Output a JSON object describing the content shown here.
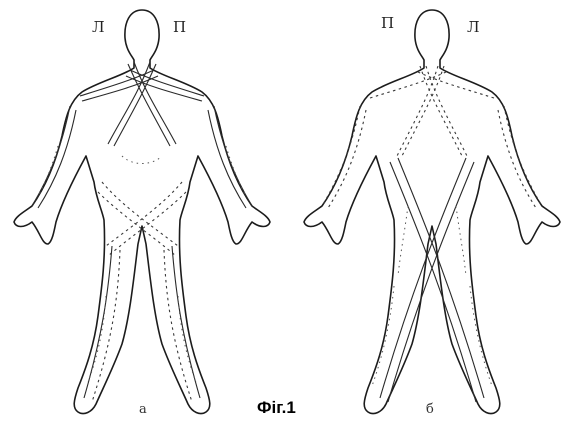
{
  "figures": [
    {
      "side_left": "Л",
      "side_right": "П",
      "sublabel": "а"
    },
    {
      "side_left": "П",
      "side_right": "Л",
      "sublabel": "б"
    }
  ],
  "caption": "Фіг.1"
}
